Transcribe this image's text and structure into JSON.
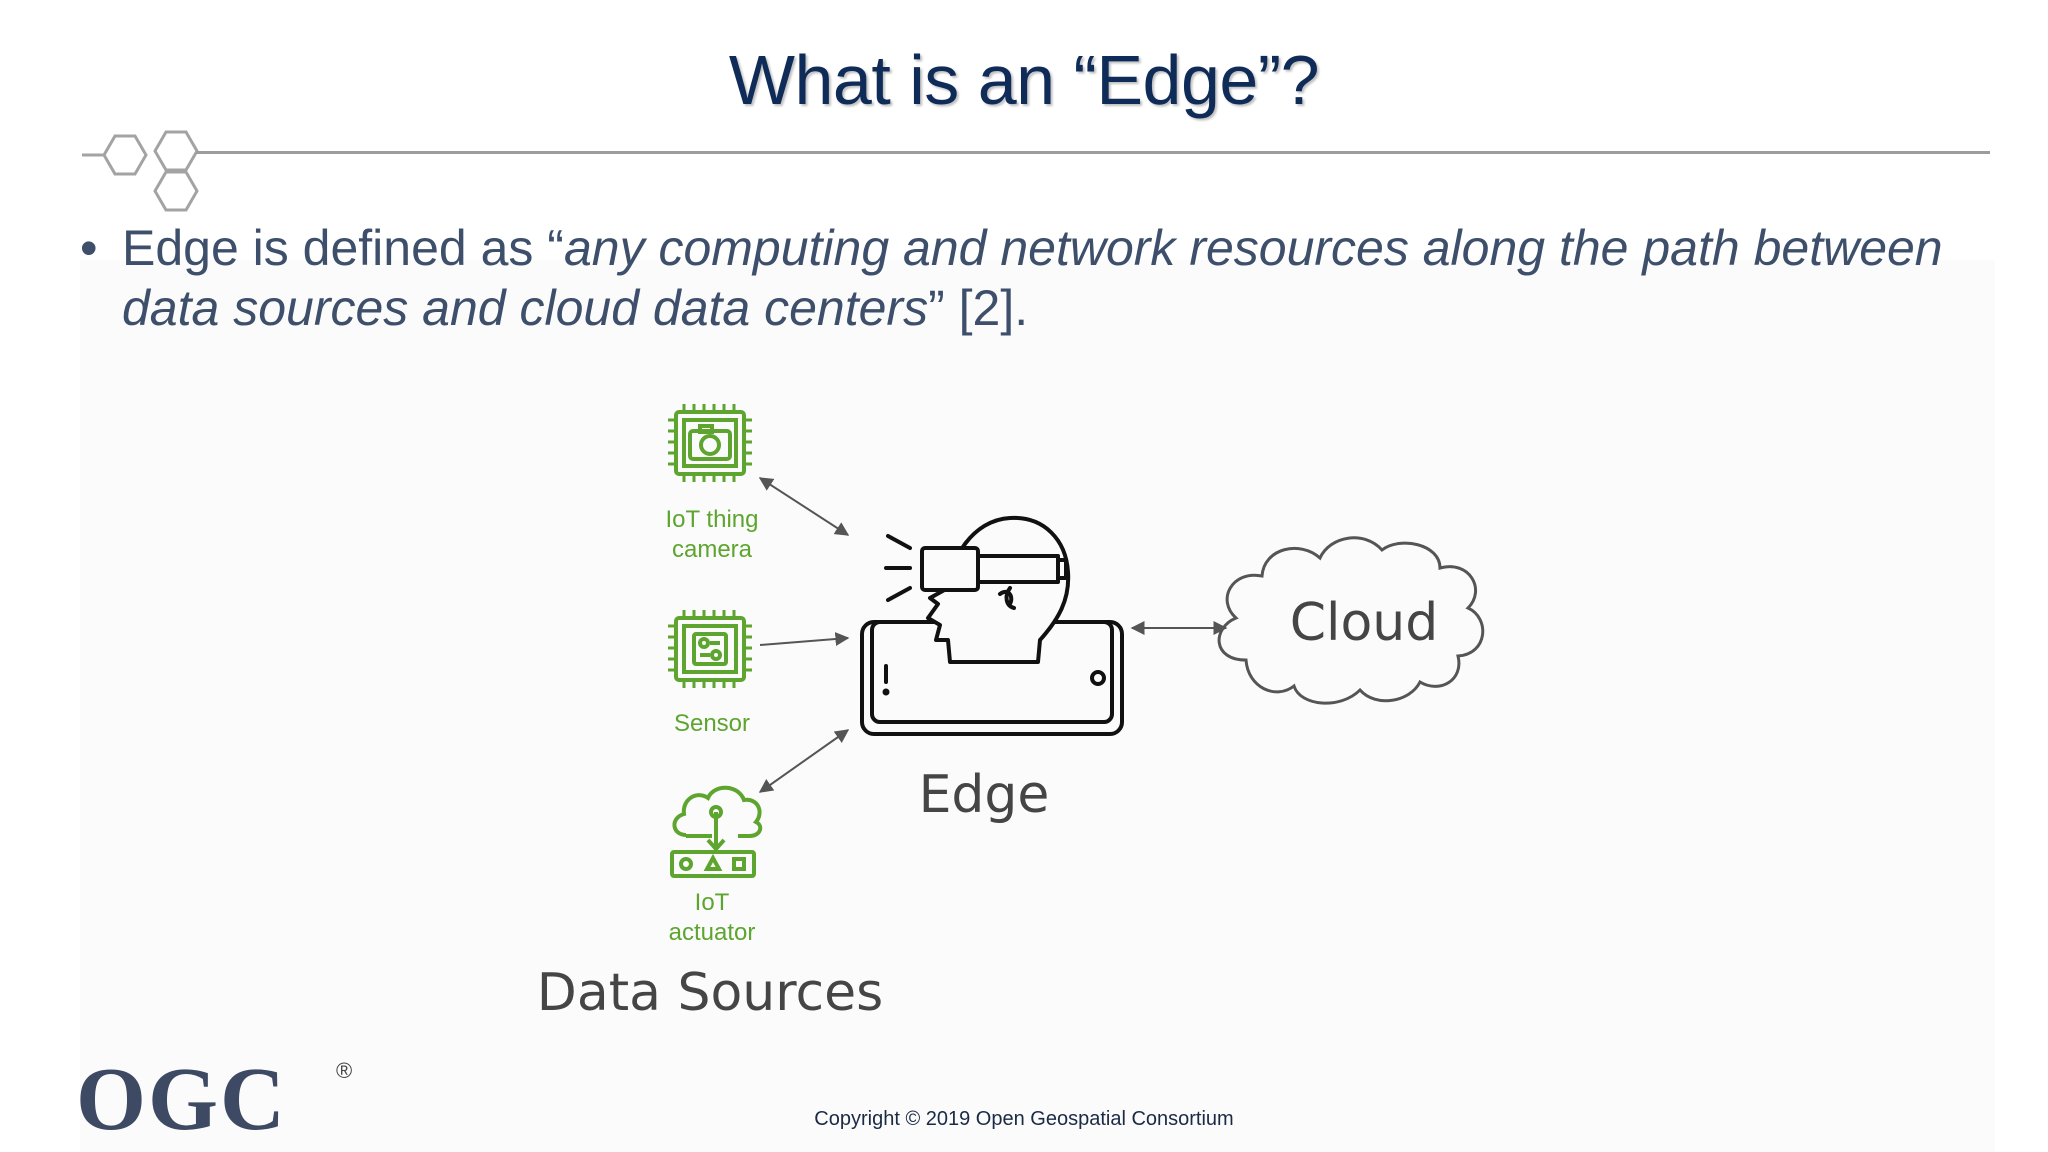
{
  "slide": {
    "title": "What is an “Edge”?",
    "bullet": {
      "lead": "Edge is defined as “",
      "quote": "any computing and network resources along the path between data sources and cloud data centers",
      "tail": "” [2]."
    }
  },
  "diagram": {
    "sources": [
      {
        "icon": "camera-chip-icon",
        "label_lines": [
          "IoT thing",
          "camera"
        ]
      },
      {
        "icon": "sensor-chip-icon",
        "label_lines": [
          "Sensor"
        ]
      },
      {
        "icon": "actuator-cloud-icon",
        "label_lines": [
          "IoT",
          "actuator"
        ]
      }
    ],
    "edge_label": "Edge",
    "cloud_label": "Cloud",
    "sources_label": "Data Sources"
  },
  "footer": {
    "logo": "OGC",
    "registered": "®",
    "copyright": "Copyright © 2019 Open Geospatial Consortium"
  },
  "colors": {
    "title": "#0f2b57",
    "bullet": "#3d4f6b",
    "icon_green": "#5da52e",
    "diagram_text": "#454545"
  }
}
